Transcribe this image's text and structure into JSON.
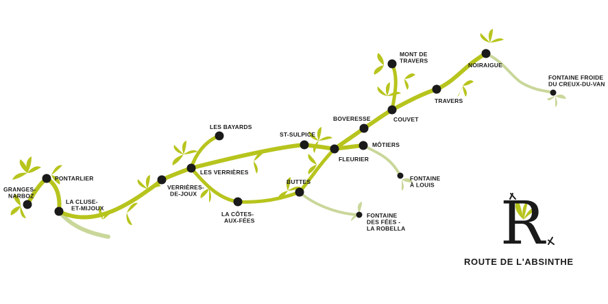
{
  "map": {
    "route_color": "#b7c41d",
    "route_color_light": "#c9d79a",
    "node_color": "#1a1a1a",
    "stops": [
      {
        "id": "granges",
        "lines": [
          "GRANGES-",
          "NARBOZ"
        ]
      },
      {
        "id": "pontarlier",
        "lines": [
          "PONTARLIER"
        ]
      },
      {
        "id": "cluse",
        "lines": [
          "LA CLUSE-",
          "ET-MIJOUX"
        ]
      },
      {
        "id": "verrieres_joux",
        "lines": [
          "VERRIÈRES-",
          "DE-JOUX"
        ]
      },
      {
        "id": "les_verrieres",
        "lines": [
          "LES VERRIÈRES"
        ]
      },
      {
        "id": "bayards",
        "lines": [
          "LES BAYARDS"
        ]
      },
      {
        "id": "cotes",
        "lines": [
          "LA CÔTES-",
          "AUX-FÉES"
        ]
      },
      {
        "id": "st_sulpice",
        "lines": [
          "ST-SULPICE"
        ]
      },
      {
        "id": "buttes",
        "lines": [
          "BUTTES"
        ]
      },
      {
        "id": "fleurier",
        "lines": [
          "FLEURIER"
        ]
      },
      {
        "id": "boveresse",
        "lines": [
          "BOVERESSE"
        ]
      },
      {
        "id": "motiers",
        "lines": [
          "MÔTIERS"
        ]
      },
      {
        "id": "couvet",
        "lines": [
          "COUVET"
        ]
      },
      {
        "id": "mont_travers",
        "lines": [
          "MONT DE",
          "TRAVERS"
        ]
      },
      {
        "id": "travers",
        "lines": [
          "TRAVERS"
        ]
      },
      {
        "id": "noiraigue",
        "lines": [
          "NOIRAIGUE"
        ]
      },
      {
        "id": "fontaine_froide",
        "lines": [
          "FONTAINE FROIDE",
          "DU CREUX-DU-VAN"
        ]
      },
      {
        "id": "fontaine_louis",
        "lines": [
          "FONTAINE",
          "À LOUIS"
        ]
      },
      {
        "id": "fontaine_fees",
        "lines": [
          "FONTAINE",
          "DES FÉES -",
          "LA ROBELLA"
        ]
      }
    ]
  },
  "brand": {
    "logo_letter": "R",
    "title": "ROUTE DE L'ABSINTHE"
  }
}
